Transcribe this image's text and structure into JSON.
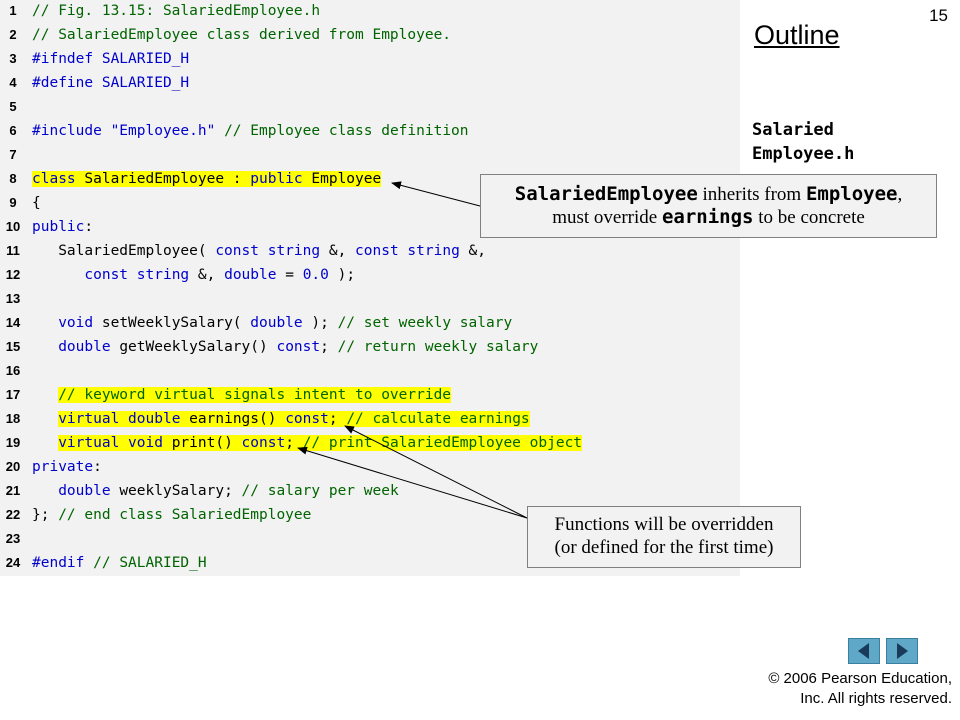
{
  "slide_number": "15",
  "outline": {
    "title": "Outline",
    "file_label_line1": "Salaried",
    "file_label_line2": "Employee.h"
  },
  "code_lines": [
    {
      "n": "1",
      "text": "// Fig. 13.15: SalariedEmployee.h"
    },
    {
      "n": "2",
      "text": "// SalariedEmployee class derived from Employee."
    },
    {
      "n": "3",
      "text": "#ifndef SALARIED_H"
    },
    {
      "n": "4",
      "text": "#define SALARIED_H"
    },
    {
      "n": "5",
      "text": ""
    },
    {
      "n": "6",
      "text": "#include \"Employee.h\" // Employee class definition"
    },
    {
      "n": "7",
      "text": ""
    },
    {
      "n": "8",
      "text": "class SalariedEmployee : public Employee"
    },
    {
      "n": "9",
      "text": "{"
    },
    {
      "n": "10",
      "text": "public:"
    },
    {
      "n": "11",
      "text": "   SalariedEmployee( const string &, const string &,"
    },
    {
      "n": "12",
      "text": "      const string &, double = 0.0 );"
    },
    {
      "n": "13",
      "text": ""
    },
    {
      "n": "14",
      "text": "   void setWeeklySalary( double ); // set weekly salary"
    },
    {
      "n": "15",
      "text": "   double getWeeklySalary() const; // return weekly salary"
    },
    {
      "n": "16",
      "text": ""
    },
    {
      "n": "17",
      "text": "   // keyword virtual signals intent to override"
    },
    {
      "n": "18",
      "text": "   virtual double earnings() const; // calculate earnings"
    },
    {
      "n": "19",
      "text": "   virtual void print() const; // print SalariedEmployee object"
    },
    {
      "n": "20",
      "text": "private:"
    },
    {
      "n": "21",
      "text": "   double weeklySalary; // salary per week"
    },
    {
      "n": "22",
      "text": "}; // end class SalariedEmployee"
    },
    {
      "n": "23",
      "text": ""
    },
    {
      "n": "24",
      "text": "#endif // SALARIED_H"
    }
  ],
  "callouts": {
    "inherits": {
      "mono1": "SalariedEmployee",
      "text1": " inherits from ",
      "mono2": "Employee",
      "text2": ",",
      "text3": "must override ",
      "mono3": "earnings",
      "text4": " to be concrete"
    },
    "overridden": {
      "line1": "Functions will be overridden",
      "line2": "(or defined for the first time)"
    }
  },
  "copyright": {
    "line1": "© 2006 Pearson Education,",
    "line2": "Inc.  All rights reserved."
  },
  "colors": {
    "highlight": "#ffff00",
    "keyword": "#0000cc",
    "comment": "#006400",
    "panel": "#f2f2f2",
    "nav_button": "#5fa8c8"
  }
}
